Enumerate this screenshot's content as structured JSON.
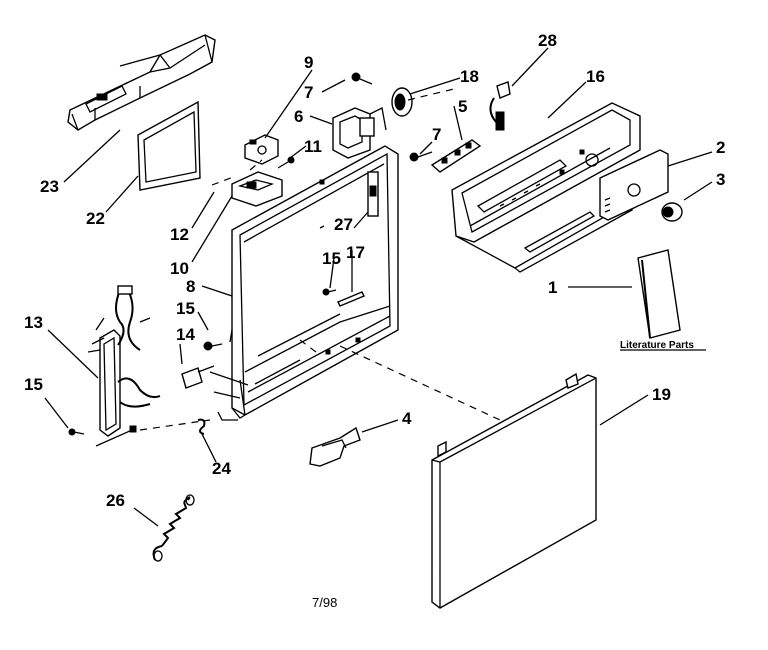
{
  "callouts": {
    "c1": "1",
    "c2": "2",
    "c3": "3",
    "c4": "4",
    "c5": "5",
    "c6": "6",
    "c7a": "7",
    "c7b": "7",
    "c8": "8",
    "c9": "9",
    "c10": "10",
    "c11": "11",
    "c12": "12",
    "c13": "13",
    "c14": "14",
    "c15a": "15",
    "c15b": "15",
    "c15c": "15",
    "c16": "16",
    "c17": "17",
    "c18": "18",
    "c19": "19",
    "c22": "22",
    "c23": "23",
    "c24": "24",
    "c26": "26",
    "c27": "27",
    "c28": "28"
  },
  "literature_label": "Literature Parts",
  "footer_code": "7/98"
}
